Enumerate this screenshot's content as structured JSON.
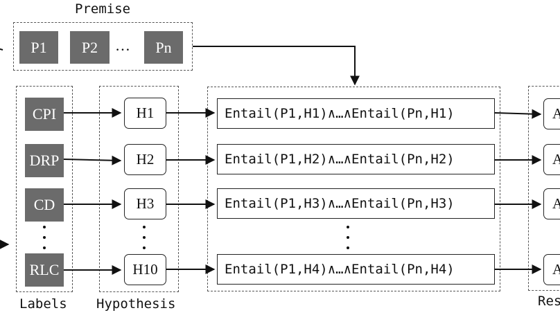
{
  "premise": {
    "caption": "Premise",
    "items": [
      "P1",
      "P2",
      "Pn"
    ],
    "ellipsis": "…"
  },
  "labels": {
    "caption": "Labels",
    "items": [
      "CPI",
      "DRP",
      "CD",
      "RLC"
    ]
  },
  "hypothesis": {
    "caption": "Hypothesis",
    "items": [
      "H1",
      "H2",
      "H3",
      "H10"
    ]
  },
  "entailment": {
    "rows": [
      "Entail(P1,H1)∧…∧Entail(Pn,H1)",
      "Entail(P1,H2)∧…∧Entail(Pn,H2)",
      "Entail(P1,H3)∧…∧Entail(Pn,H3)",
      "Entail(P1,H4)∧…∧Entail(Pn,H4)"
    ]
  },
  "results": {
    "caption": "Res",
    "items": [
      "A",
      "A",
      "A",
      "A"
    ]
  }
}
